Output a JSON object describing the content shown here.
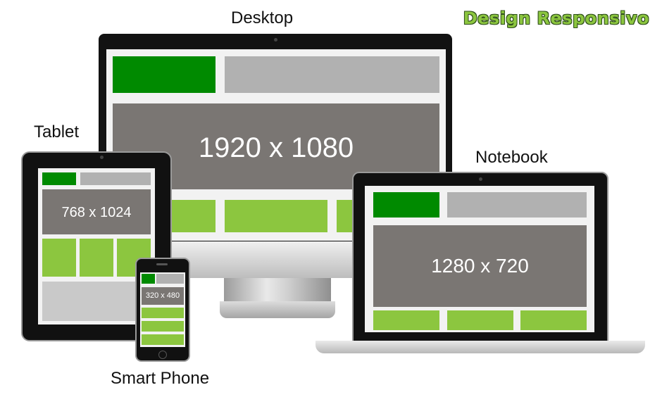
{
  "brand": "Design Responsivo",
  "devices": {
    "desktop": {
      "label": "Desktop",
      "resolution": "1920 x 1080"
    },
    "tablet": {
      "label": "Tablet",
      "resolution": "768 x 1024"
    },
    "notebook": {
      "label": "Notebook",
      "resolution": "1280 x 720"
    },
    "phone": {
      "label": "Smart Phone",
      "resolution": "320 x 480"
    }
  },
  "colors": {
    "header_green": "#008a00",
    "header_gray": "#b1b1b1",
    "block_lime": "#8cc63f",
    "content_dark": "#7a7673",
    "bezel": "#111111"
  }
}
